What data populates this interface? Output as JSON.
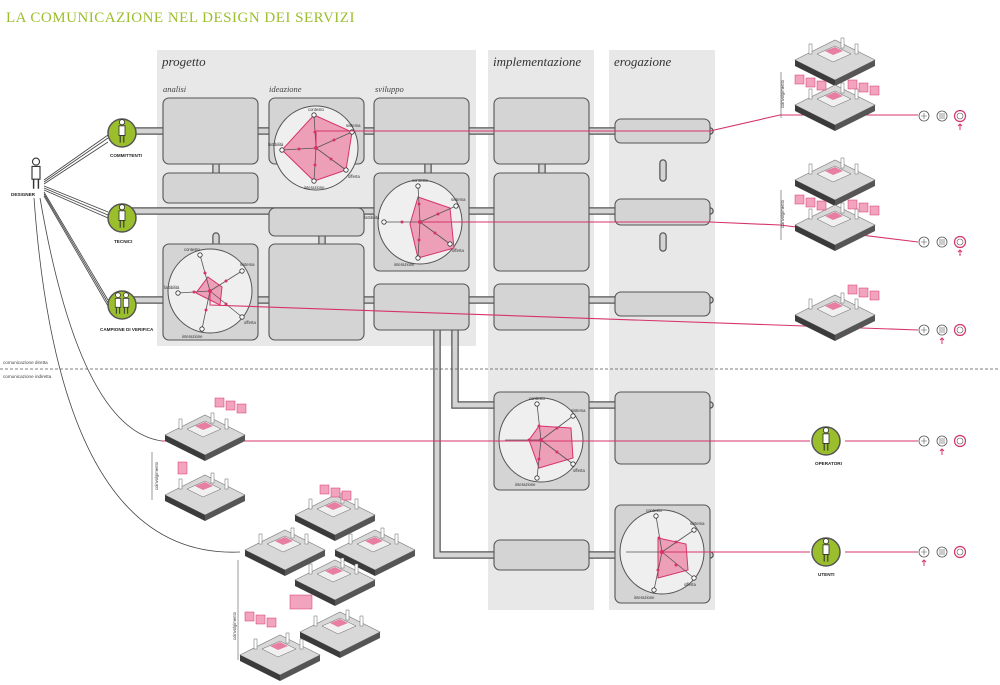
{
  "title": "LA COMUNICAZIONE NEL DESIGN DEI SERVIZI",
  "phases": {
    "progetto": "progetto",
    "implementazione": "implementazione",
    "erogazione": "erogazione"
  },
  "subphases": [
    "analisi",
    "ideazione",
    "sviluppo"
  ],
  "designer_label": "DESIGNER",
  "roles_left": [
    "COMMITTENTI",
    "TECNICI",
    "CAMPIONE DI VERIFICA"
  ],
  "roles_right": [
    "OPERATORI",
    "UTENTI"
  ],
  "communication": {
    "direct": "comunicazione diretta",
    "indirect": "comunicazione indiretta"
  },
  "radar_labels": {
    "top": "contesto",
    "right_top": "sistema",
    "left": "fattibilità",
    "right_bottom": "offerta",
    "bottom": "interazione"
  },
  "involvement_label": "coinvolgimento",
  "colors": {
    "title_green": "#9bbf2c",
    "accent_magenta": "#d6336c",
    "pink_fill": "#eda0b8",
    "cell_grey": "#d4d4d4",
    "panel_grey": "#e8e8e8"
  }
}
